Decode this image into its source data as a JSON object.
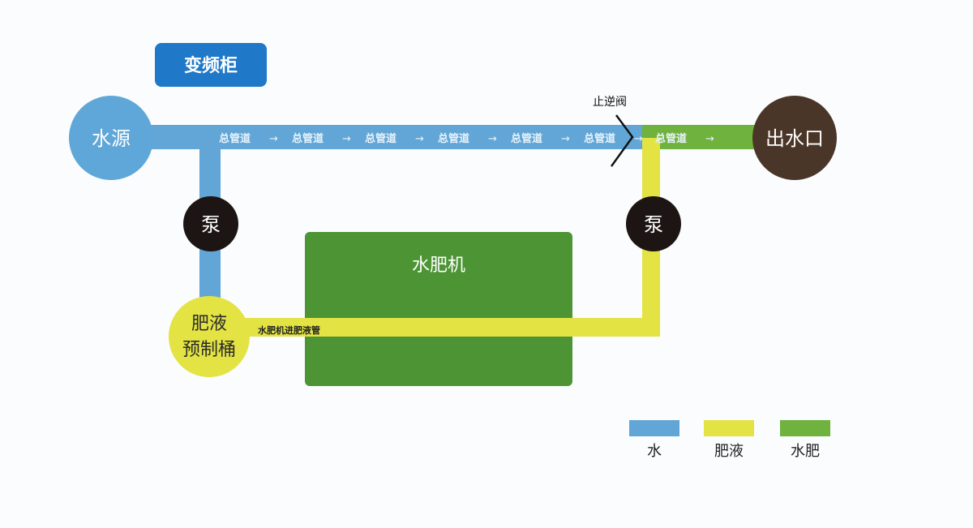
{
  "cabinet": {
    "label": "变频柜"
  },
  "nodes": {
    "source": "水源",
    "outlet": "出水口",
    "pump_left": "泵",
    "pump_right": "泵",
    "tank_line1": "肥液",
    "tank_line2": "预制桶",
    "machine": "水肥机"
  },
  "pipe": {
    "main_label": "总管道",
    "arrow": "→",
    "check_valve": "止逆阀",
    "feed_label": "水肥机进肥液管"
  },
  "legend": [
    {
      "label": "水",
      "color": "#61a6d6"
    },
    {
      "label": "肥液",
      "color": "#e3e344"
    },
    {
      "label": "水肥",
      "color": "#6fb23e"
    }
  ],
  "colors": {
    "water": "#61a6d6",
    "liquid": "#e3e344",
    "mix": "#6fb23e",
    "cabinet": "#1f78c8",
    "source": "#5fa7d8",
    "outlet": "#4a3628",
    "pump": "#1c1513",
    "machine": "#4c9434",
    "pipe_label": "#e7f2fa"
  }
}
